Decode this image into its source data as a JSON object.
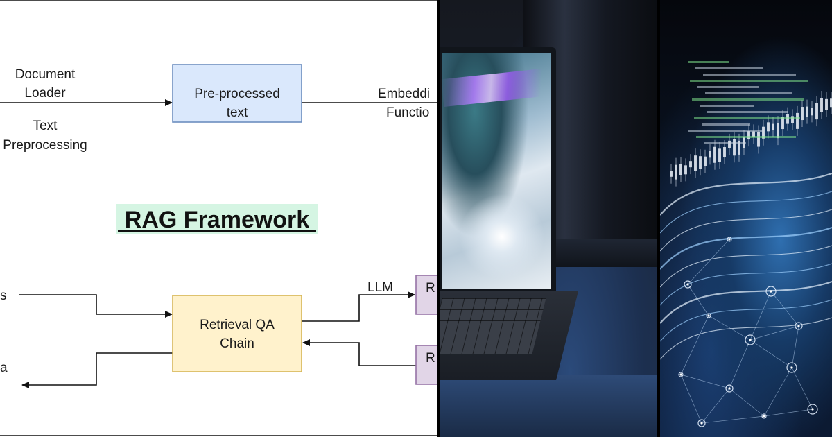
{
  "diagram": {
    "title": "RAG Framework",
    "nodes": {
      "preprocessed": "Pre-processed text",
      "retrieval": "Retrieval QA Chain",
      "r_top": "R",
      "r_bottom": "R"
    },
    "edge_labels": {
      "document_loader": "Document Loader",
      "text_preprocessing": "Text Preprocessing",
      "embedding_function": "Embedding Function",
      "llm": "LLM",
      "left_top_fragment": "s",
      "left_bottom_fragment": "a"
    },
    "colors": {
      "preprocessed_fill": "#dae8fc",
      "preprocessed_stroke": "#6c8ebf",
      "retrieval_fill": "#fff2cc",
      "retrieval_stroke": "#d6b656",
      "r_fill": "#e1d5e7",
      "r_stroke": "#9673a6",
      "title_highlight": "#d5f5e3",
      "fragment_red": "#e02020",
      "fragment_green": "#20c020"
    }
  }
}
